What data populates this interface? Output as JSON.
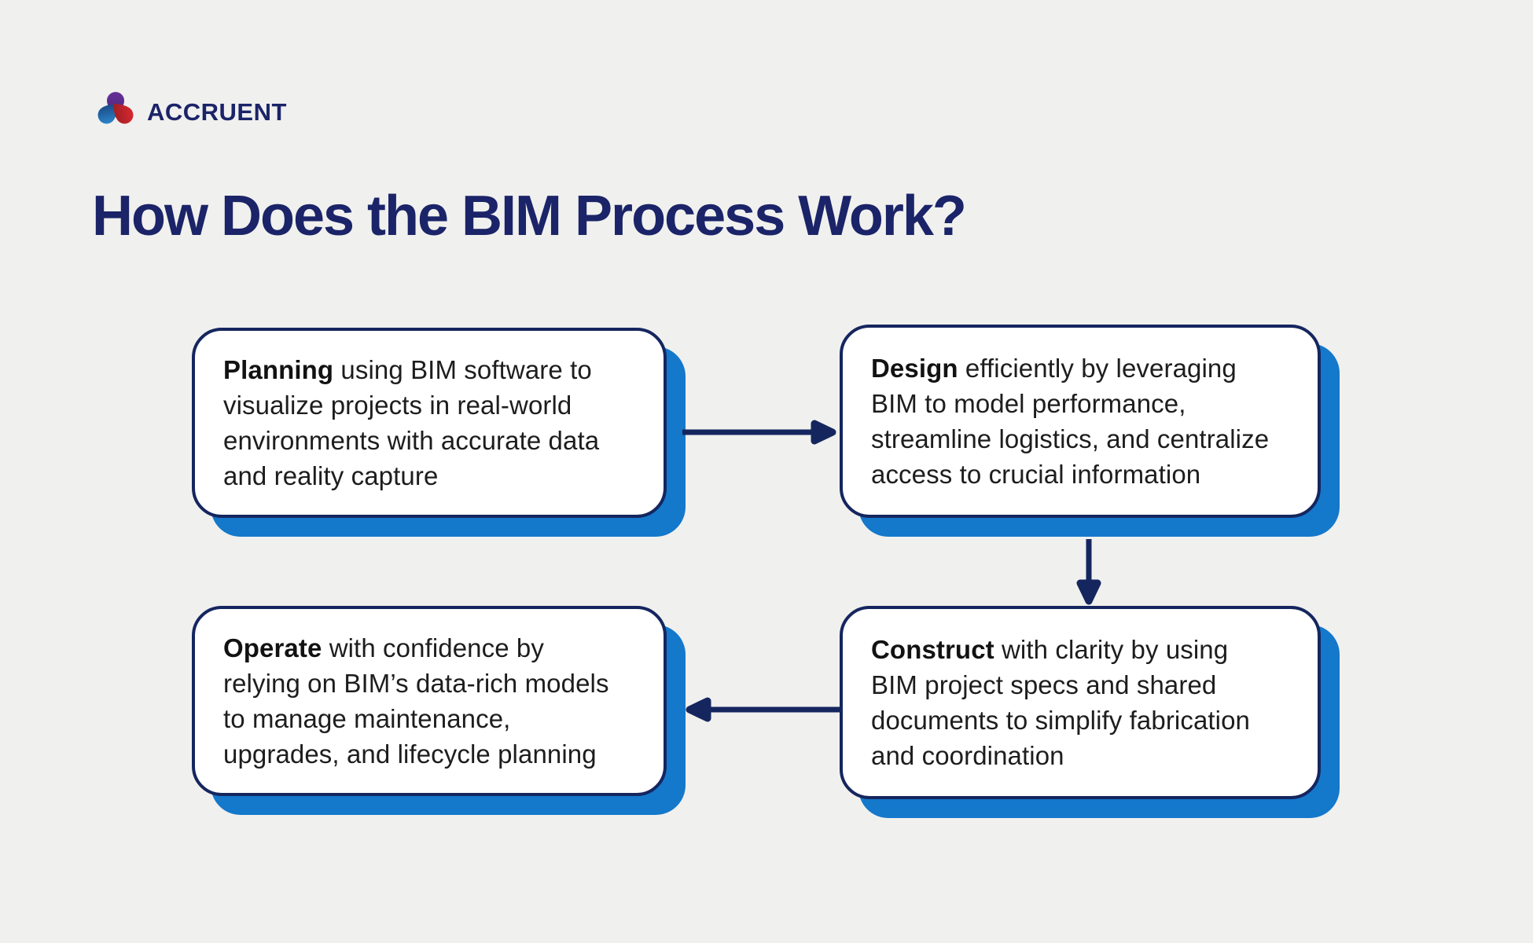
{
  "logo": {
    "brand": "ACCRUENT",
    "colors": {
      "purple": "#5c2b8e",
      "blue_light": "#2e8fd6",
      "blue_dark": "#16356e",
      "red_light": "#e02a33",
      "red_dark": "#8e1a1f",
      "wordmark": "#1b2468"
    }
  },
  "title": {
    "text": "How Does the BIM Process Work?",
    "color": "#1b2468"
  },
  "flow": {
    "boxes": [
      {
        "id": "planning",
        "lead": "Planning",
        "line1_rest": " using BIM software to",
        "lines": [
          "visualize projects in real-world",
          "environments with accurate data",
          "and reality capture"
        ]
      },
      {
        "id": "design",
        "lead": "Design",
        "line1_rest": " efficiently by leveraging",
        "lines": [
          "BIM to model performance,",
          "streamline logistics, and centralize",
          "access to crucial information"
        ]
      },
      {
        "id": "construct",
        "lead": "Construct",
        "line1_rest": " with clarity by using",
        "lines": [
          "BIM project specs and shared",
          "documents to simplify fabrication",
          "and coordination"
        ]
      },
      {
        "id": "operate",
        "lead": "Operate",
        "line1_rest": " with confidence by",
        "lines": [
          "relying on BIM’s data-rich models",
          "to manage maintenance,",
          "upgrades, and lifecycle planning"
        ]
      }
    ],
    "arrows": [
      {
        "from": "planning",
        "to": "design",
        "direction": "right"
      },
      {
        "from": "design",
        "to": "construct",
        "direction": "down"
      },
      {
        "from": "construct",
        "to": "operate",
        "direction": "left"
      }
    ]
  },
  "colors": {
    "background": "#f0f0ee",
    "navy": "#15265f",
    "shadow_blue": "#1478cb",
    "box_fill": "#ffffff",
    "body_text": "#1d1d1d"
  }
}
